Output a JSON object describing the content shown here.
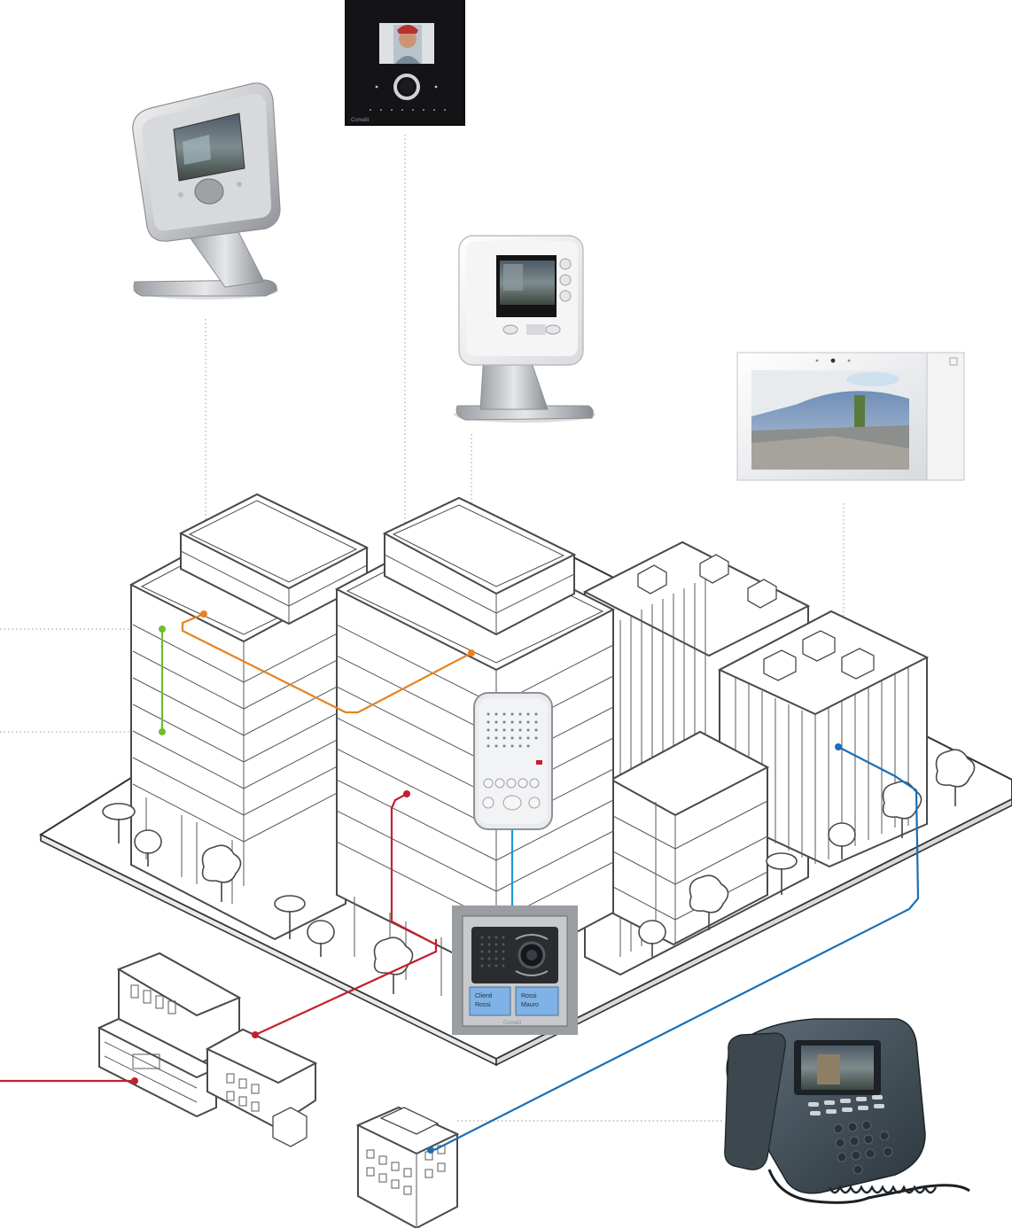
{
  "colors": {
    "orange_link": "#e8821e",
    "green_link": "#6cbf2e",
    "red_link": "#c4202c",
    "blue_link": "#1a6fb5",
    "leader_line": "#9a9a9a",
    "panel_screen": "#7fb2e6"
  },
  "devices": [
    {
      "name": "black-glass-video-monitor",
      "icon": "video-intercom-icon"
    },
    {
      "name": "desk-video-monitor-silver",
      "icon": "video-monitor-icon"
    },
    {
      "name": "desk-video-monitor-white",
      "icon": "video-monitor-icon"
    },
    {
      "name": "wide-touchscreen-monitor",
      "icon": "touchscreen-icon"
    },
    {
      "name": "wall-audio-handset",
      "icon": "intercom-handset-icon"
    },
    {
      "name": "entrance-door-panel",
      "icon": "door-entry-panel-icon"
    },
    {
      "name": "video-desk-phone",
      "icon": "video-phone-icon"
    }
  ],
  "door_panel": {
    "left_label_1": "Clienti",
    "left_label_2": "Rossi",
    "right_label_1": "Rossi",
    "right_label_2": "Mauro",
    "brand": "Comelit"
  },
  "monitor_brand": "Comelit"
}
